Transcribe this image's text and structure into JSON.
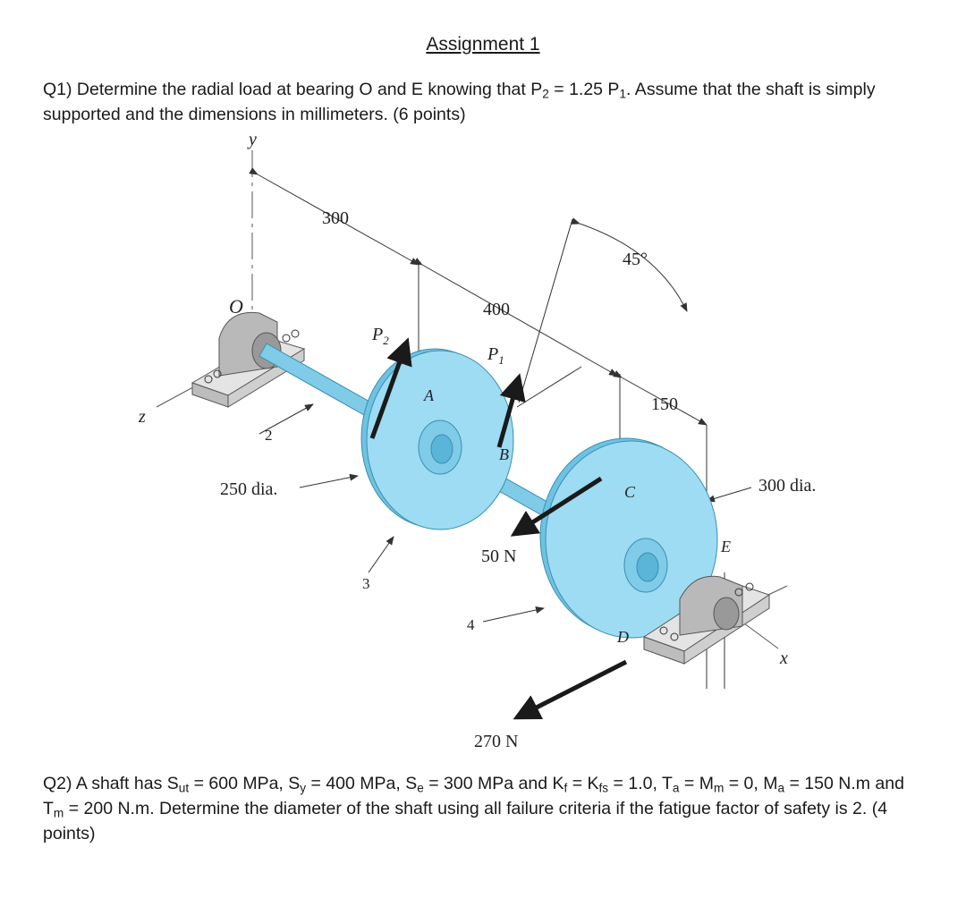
{
  "title": "Assignment 1",
  "q1": {
    "text_a": "Q1) Determine the radial load at bearing O and E knowing that P",
    "sub_a": "2",
    "text_b": " = 1.25 P",
    "sub_b": "1",
    "text_c": ". Assume that the shaft is simply supported and the dimensions in millimeters. (6 points)"
  },
  "figure": {
    "axis_y": "y",
    "axis_z": "z",
    "axis_x": "x",
    "point_o": "O",
    "point_a": "A",
    "point_b": "B",
    "point_c": "C",
    "point_d": "D",
    "point_e": "E",
    "force_p2": "P",
    "force_p2_sub": "2",
    "force_p1": "P",
    "force_p1_sub": "1",
    "dim_300": "300",
    "dim_400": "400",
    "dim_150": "150",
    "angle": "45°",
    "dia_250": "250 dia.",
    "dia_300": "300 dia.",
    "force_50": "50 N",
    "force_270": "270 N",
    "callout_2": "2",
    "callout_3": "3",
    "callout_4": "4"
  },
  "q2": {
    "t1": "Q2) A shaft has S",
    "s1": "ut",
    "t2": " = 600 MPa, S",
    "s2": "y",
    "t3": " = 400 MPa, S",
    "s3": "e",
    "t4": " = 300 MPa and K",
    "s4": "f",
    "t5": " = K",
    "s5": "fs",
    "t6": " = 1.0, T",
    "s6": "a",
    "t7": " = M",
    "s7": "m",
    "t8": " = 0, M",
    "s8": "a",
    "t9": " = 150 N.m and T",
    "s9": "m",
    "t10": " = 200 N.m. Determine the diameter of the shaft using all failure criteria if the fatigue factor of safety is 2. (4 points)"
  },
  "colors": {
    "disk": "#8fd8f0",
    "shaft": "#7fcbe8",
    "bearing": "#c8c8c8",
    "line": "#333333"
  }
}
